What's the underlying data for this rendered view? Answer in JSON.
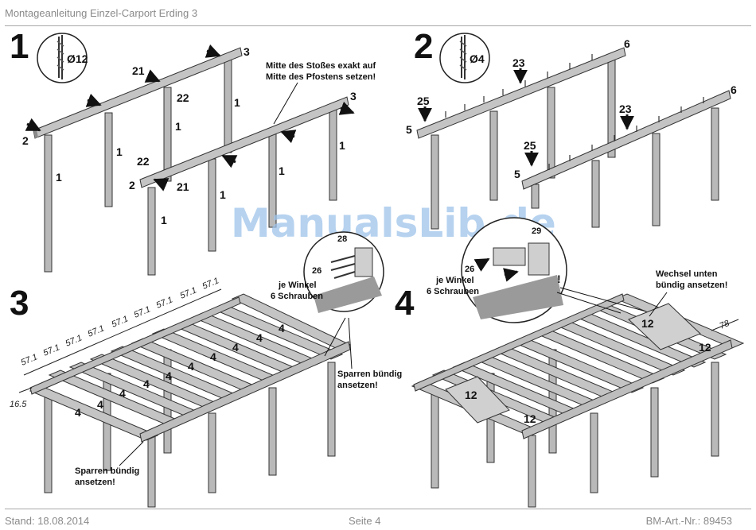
{
  "header": {
    "title": "Montageanleitung Einzel-Carport Erding 3"
  },
  "footer": {
    "date": "Stand: 18.08.2014",
    "page": "Seite 4",
    "article": "BM-Art.-Nr.: 89453"
  },
  "watermark": "ManualsLib.de",
  "steps": [
    {
      "number": "1",
      "drill": "Ø12",
      "note_line1": "Mitte des Stoßes exakt auf",
      "note_line2": "Mitte des Pfostens setzen!"
    },
    {
      "number": "2",
      "drill": "Ø4"
    },
    {
      "number": "3",
      "detail_line1": "je Winkel",
      "detail_line2": "6 Schrauben",
      "note_line1": "Sparren bündig",
      "note_line2": "ansetzen!",
      "note2_line1": "Sparren bündig",
      "note2_line2": "ansetzen!",
      "spacing": "57.1",
      "offset": "16.5"
    },
    {
      "number": "4",
      "detail_line1": "je Winkel",
      "detail_line2": "6 Schrauben",
      "note_line1": "Wechsel unten",
      "note_line2": "bündig ansetzen!",
      "dim": "78",
      "mark": "!"
    }
  ],
  "parts": {
    "post": "1",
    "beam_end": "2",
    "beam_mid": "3",
    "rafter": "4",
    "strip_end": "5",
    "strip_mid": "6",
    "header": "12",
    "screw_a": "21",
    "screw_b": "22",
    "screw_c": "23",
    "screw_d": "25",
    "screw_e": "26",
    "angle_a": "28",
    "angle_b": "29"
  },
  "colors": {
    "wood": "#b9b9b9",
    "wood_dark": "#7e7e7e",
    "line": "#2b2b2b",
    "watermark": "#9ec3ea"
  }
}
